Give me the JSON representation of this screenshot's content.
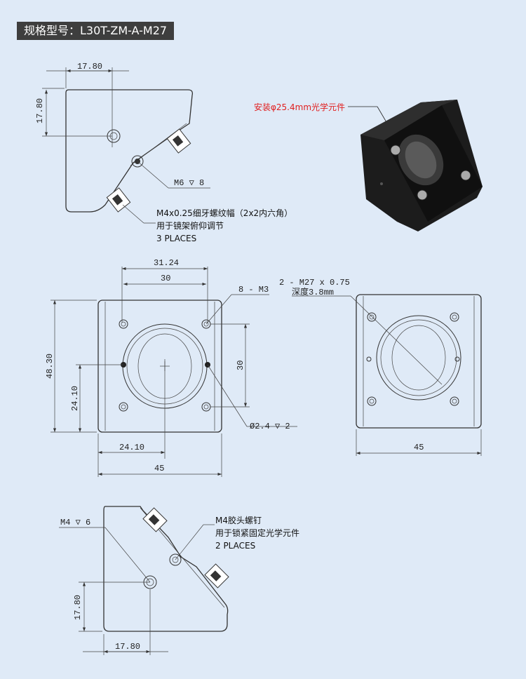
{
  "title": "规格型号：L30T-ZM-A-M27",
  "colors": {
    "background": "#dfeaf7",
    "badge": "#3e3e3e",
    "annotation_red": "#e02020"
  },
  "top_view": {
    "dim_width": "17.80",
    "dim_height": "17.80",
    "thread_label": "M6 ▽ 8"
  },
  "adjuster_note": {
    "line1": "M4x0.25细牙螺纹幅（2x2内六角）",
    "line2": "用于镜架俯仰调节",
    "line3": "3 PLACES"
  },
  "photo_note": "安装φ25.4mm光学元件",
  "front_view": {
    "dim_top1": "31.24",
    "dim_top2": "30",
    "holes_label": "8 - M3",
    "dim_height": "48.30",
    "dim_right": "30",
    "dim_left_half": "24.10",
    "dim_bottom_half": "24.10",
    "dim_width": "45",
    "hole_label": "Ø2.4 ▽ 2"
  },
  "back_view": {
    "thread_line1": "2 - M27 x 0.75",
    "thread_line2": "深度3.8mm",
    "dim_width": "45"
  },
  "side_view": {
    "thread_label": "M4 ▽ 6",
    "screw_note": {
      "line1": "M4胶头螺钉",
      "line2": "用于锁紧固定光学元件",
      "line3": "2 PLACES"
    },
    "dim_height": "17.80",
    "dim_width": "17.80"
  }
}
